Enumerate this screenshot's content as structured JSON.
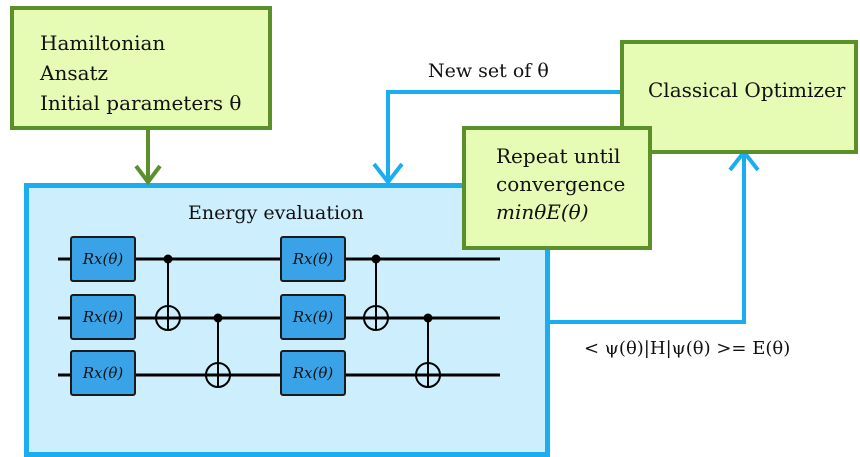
{
  "input_box": {
    "line1": "Hamiltonian",
    "line2": "Ansatz",
    "line3": "Initial parameters θ"
  },
  "optimizer_box": {
    "label": "Classical Optimizer"
  },
  "repeat_box": {
    "line1": "Repeat until",
    "line2": "convergence",
    "line3": "minθE(θ)"
  },
  "energy_box": {
    "title": "Energy evaluation"
  },
  "arrows": {
    "new_params_label": "New set of θ",
    "expectation_label": "< ψ(θ)|H|ψ(θ) >= E(θ)"
  },
  "circuit": {
    "gate_label": "Rx(θ)",
    "gates": [
      "Rx(θ)",
      "Rx(θ)",
      "Rx(θ)",
      "Rx(θ)",
      "Rx(θ)",
      "Rx(θ)"
    ]
  },
  "colors": {
    "green_border": "#5a8f2a",
    "green_fill": "#e6fbb4",
    "blue_border": "#1aaef0",
    "blue_fill": "#cdeefc",
    "gate_fill": "#3aa3e8"
  }
}
